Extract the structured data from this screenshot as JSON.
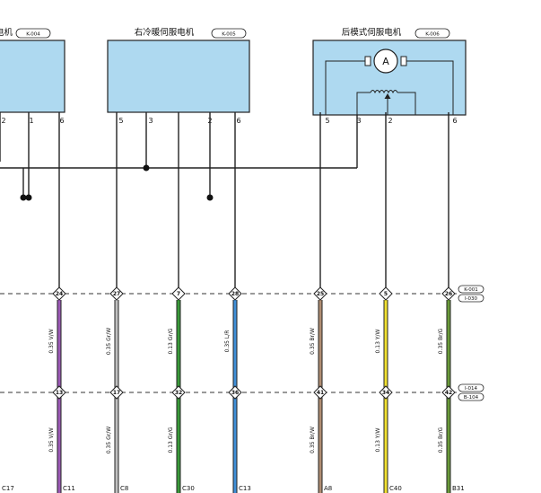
{
  "modules": [
    {
      "title": "电机",
      "code": "K-004",
      "pins": [
        "2",
        "1",
        "6"
      ]
    },
    {
      "title": "右冷暖伺服电机",
      "code": "K-005",
      "pins": [
        "5",
        "3",
        "2",
        "6"
      ]
    },
    {
      "title": "后模式伺服电机",
      "code": "K-006",
      "pins": [
        "5",
        "3",
        "2",
        "6"
      ]
    }
  ],
  "motor_symbol": "A",
  "connector_tags": {
    "upper": [
      "K-001",
      "I-030"
    ],
    "lower": [
      "I-014",
      "B-104"
    ]
  },
  "wires": [
    {
      "top_pin": "24",
      "bottom_pin": "13",
      "spec_top": "0.35 V/W",
      "spec_bottom": "0.35 V/W",
      "end": "C11",
      "color": "#9b59b6"
    },
    {
      "top_pin": "27",
      "bottom_pin": "17",
      "spec_top": "0.35 Gr/W",
      "spec_bottom": "0.35 Gr/W",
      "end": "C8",
      "color": "#c0c0c0"
    },
    {
      "top_pin": "7",
      "bottom_pin": "32",
      "spec_top": "0.13 Gr/G",
      "spec_bottom": "0.13 Gr/G",
      "end": "C30",
      "color": "#3a9a3a"
    },
    {
      "top_pin": "28",
      "bottom_pin": "36",
      "spec_top": "0.35 L/R",
      "spec_bottom": "",
      "end": "C13",
      "color": "#3f8fd8"
    },
    {
      "top_pin": "25",
      "bottom_pin": "41",
      "spec_top": "0.35 Br/W",
      "spec_bottom": "0.35 Br/W",
      "end": "A8",
      "color": "#b08d72"
    },
    {
      "top_pin": "5",
      "bottom_pin": "34",
      "spec_top": "0.13 Y/W",
      "spec_bottom": "0.13 Y/W",
      "end": "C40",
      "color": "#f0e030"
    },
    {
      "top_pin": "26",
      "bottom_pin": "42",
      "spec_top": "0.35 Br/G",
      "spec_bottom": "0.35 Br/G",
      "end": "B31",
      "color": "#6a9a3a"
    }
  ],
  "left_edge_end": "C17"
}
